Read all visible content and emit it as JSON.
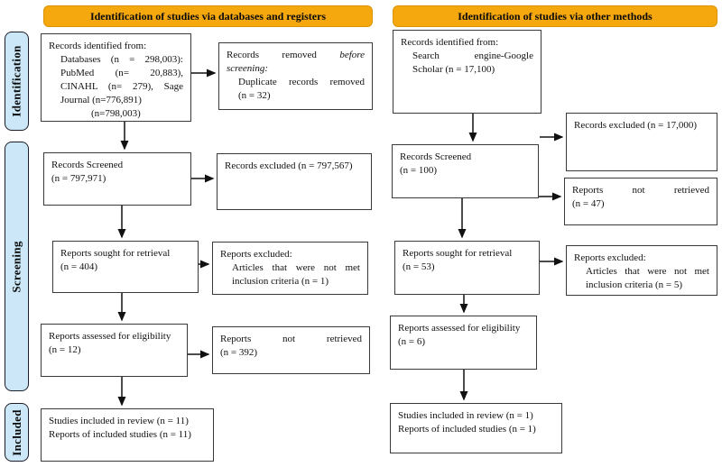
{
  "colors": {
    "header_bg": "#F5A70E",
    "sidebar_bg": "#CBE7F8",
    "box_border": "#3A3A3A",
    "arrow": "#111111"
  },
  "headers": {
    "left": "Identification of studies via databases and registers",
    "right": "Identification of studies via other methods"
  },
  "sidebar": {
    "identification": "Identification",
    "screening": "Screening",
    "included": "Included"
  },
  "left": {
    "records_identified": {
      "lines": [
        "Records identified from:",
        "Databases (n = 298,003):",
        "PubMed (n= 20,883),",
        "CINAHL (n= 279), Sage",
        "Journal (n=776,891)",
        "(n=798,003)"
      ]
    },
    "records_removed": {
      "normal1": "Records removed",
      "italic1": "before",
      "italic2": "screening:",
      "line3": "Duplicate records removed",
      "line4": "(n = 32)"
    },
    "records_screened": {
      "lines": [
        "Records Screened",
        "(n = 797,971)"
      ]
    },
    "records_excluded": {
      "line": "Records excluded (n = 797,567)"
    },
    "reports_sought": {
      "lines": [
        "Reports sought for retrieval",
        "(n = 404)"
      ]
    },
    "reports_excluded": {
      "lines": [
        "Reports excluded:",
        "Articles that were not met",
        "inclusion criteria (n = 1)"
      ]
    },
    "reports_assessed": {
      "lines": [
        "Reports assessed for eligibility",
        "(n = 12)"
      ]
    },
    "reports_not_retrieved": {
      "lines": [
        "Reports not retrieved",
        "(n = 392)"
      ]
    },
    "studies_included": {
      "lines": [
        "Studies included in review (n = 11)",
        "Reports of included studies (n = 11)"
      ]
    }
  },
  "right": {
    "records_identified": {
      "lines": [
        "Records identified from:",
        "Search engine-Google",
        "Scholar (n = 17,100)"
      ]
    },
    "records_excluded": {
      "line": "Records excluded (n = 17,000)"
    },
    "records_screened": {
      "lines": [
        "Records Screened",
        "(n = 100)"
      ]
    },
    "reports_not_retrieved": {
      "lines": [
        "Reports not retrieved",
        "(n = 47)"
      ]
    },
    "reports_sought": {
      "lines": [
        "Reports sought for retrieval",
        "(n = 53)"
      ]
    },
    "reports_excluded": {
      "lines": [
        "Reports excluded:",
        "Articles that were not met",
        "inclusion criteria (n = 5)"
      ]
    },
    "reports_assessed": {
      "lines": [
        "Reports assessed for eligibility",
        "(n = 6)"
      ]
    },
    "studies_included": {
      "lines": [
        "Studies included in review (n = 1)",
        "Reports of included studies (n = 1)"
      ]
    }
  }
}
